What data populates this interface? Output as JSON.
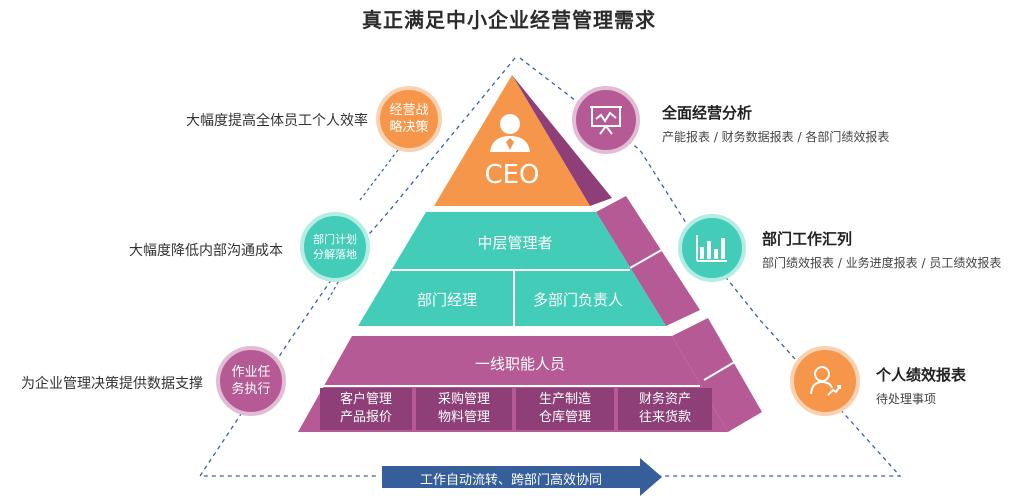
{
  "title": "真正满足中小企业经营管理需求",
  "pyramid": {
    "top": {
      "label": "CEO"
    },
    "middle": {
      "header": "中层管理者",
      "cells": [
        "部门经理",
        "多部门负责人"
      ]
    },
    "bottom": {
      "header": "一线职能人员",
      "cells": [
        "客户管理\n产品报价",
        "采购管理\n物料管理",
        "生产制造\n仓库管理",
        "财务资产\n往来货款"
      ]
    }
  },
  "left": [
    {
      "bubble": "经营战\n略决策",
      "text": "大幅度提高全体员工个人效率"
    },
    {
      "bubble": "部门计划\n分解落地",
      "text": "大幅度降低内部沟通成本"
    },
    {
      "bubble": "作业任\n务执行",
      "text": "为企业管理决策提供数据支撑"
    }
  ],
  "right": [
    {
      "title": "全面经营分析",
      "sub": "产能报表 / 财务数据报表 / 各部门绩效报表",
      "icon": "presentation-chart-icon"
    },
    {
      "title": "部门工作汇列",
      "sub": "部门绩效报表 / 业务进度报表 / 员工绩效报表",
      "icon": "bar-chart-icon"
    },
    {
      "title": "个人绩效报表",
      "sub": "待处理事项",
      "icon": "user-growth-icon"
    }
  ],
  "bottom_arrow": {
    "label": "工作自动流转、跨部门高效协同"
  },
  "colors": {
    "orange": "#F5964A",
    "teal": "#43CDB8",
    "magenta": "#B65A95",
    "navy": "#355E9B"
  }
}
